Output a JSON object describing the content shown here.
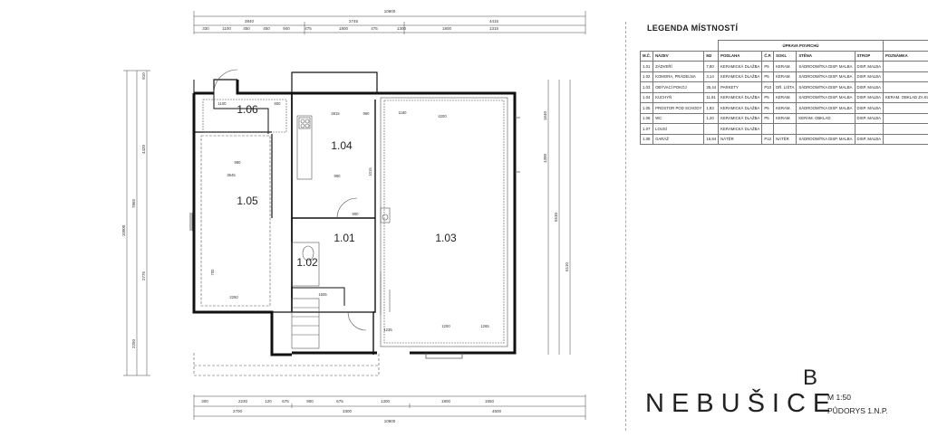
{
  "rooms": [
    {
      "id": "1.06",
      "label": "1.06"
    },
    {
      "id": "1.04",
      "label": "1.04"
    },
    {
      "id": "1.05",
      "label": "1.05"
    },
    {
      "id": "1.01",
      "label": "1.01"
    },
    {
      "id": "1.03",
      "label": "1.03"
    },
    {
      "id": "1.02",
      "label": "1.02"
    }
  ],
  "dims": {
    "top_total": "10800",
    "top_a": "3840",
    "top_b": "2745",
    "top_c": "4415",
    "top_s": [
      "330",
      "1100",
      "450",
      "450",
      "940",
      "475",
      "1800",
      "475",
      "1300",
      "1800",
      "1315"
    ],
    "bottom_total": "10800",
    "bottom_a": "2700",
    "bottom_b": "3300",
    "bottom_c": "4500",
    "bottom_s": [
      "300",
      "2230",
      "120",
      "675",
      "900",
      "675",
      "1300",
      "1800",
      "1550"
    ],
    "left_total": "10000",
    "left_a": "4420",
    "left_b": "7865",
    "left_c": "2775",
    "left_d": "2250",
    "left_e": "810",
    "right_a": "1640",
    "right_b": "1300",
    "right_c": "5530",
    "right_d": "6110",
    "int": [
      "1100",
      "600",
      "2815",
      "960",
      "3645",
      "4200",
      "980",
      "1180",
      "2250",
      "1605",
      "1200",
      "1265",
      "1235",
      "960",
      "1015",
      "900",
      "700"
    ]
  },
  "legend": {
    "title": "LEGENDA MÍSTNOSTÍ",
    "group_header": "ÚPRAVA POVRCHŮ",
    "headers": [
      "M.Č.",
      "NÁZEV",
      "M2",
      "PODLAHA",
      "Č.P.",
      "SOKL",
      "STĚNA",
      "STROP",
      "POZNÁMKA"
    ],
    "rows": [
      [
        "1.01",
        "ZÁDVEŘÍ",
        "7,80",
        "KERAMICKÁ DLAŽBA",
        "P5",
        "KERAM.",
        "SÁDROOMÍTKA DISP. MALBA",
        "DISP. MALBA",
        ""
      ],
      [
        "1.02",
        "KOMORA, PRÁDELNA",
        "3,14",
        "KERAMICKÁ DLAŽBA",
        "P5",
        "KERAM.",
        "SÁDROOMÍTKA DISP. MALBA",
        "DISP. MALBA",
        ""
      ],
      [
        "1.03",
        "OBÝVACÍ POKOJ",
        "35,44",
        "PARKETY",
        "P10",
        "DŘ. LIŠTA",
        "SÁDROOMÍTKA DISP. MALBA",
        "DISP. MALBA",
        ""
      ],
      [
        "1.04",
        "KUCHYŇ",
        "11,91",
        "KERAMICKÁ DLAŽBA",
        "P5",
        "KERAM.",
        "SÁDROOMÍTKA DISP. MALBA",
        "DISP. MALBA",
        "KERAM. OBKLAD ZA KUCHYŇ. L."
      ],
      [
        "1.05",
        "PROSTOR POD SCHODY",
        "1,83",
        "KERAMICKÁ DLAŽBA",
        "P5",
        "KERAM.",
        "SÁDROOMÍTKA DISP. MALBA",
        "DISP. MALBA",
        ""
      ],
      [
        "1.06",
        "WC",
        "1,20",
        "KERAMICKÁ DLAŽBA",
        "P5",
        "KERAM.",
        "KERAM. OBKLAD",
        "DISP. MALBA",
        ""
      ],
      [
        "1.07",
        "LOUSÍ",
        "",
        "KERAMICKÁ DLAŽBA",
        "",
        "",
        "",
        "",
        ""
      ],
      [
        "1.08",
        "GARÁŽ",
        "16,84",
        "NÁTĚR",
        "P12",
        "NÁTĚR",
        "SÁDROOMÍTKA DISP. MALBA",
        "DISP. MALBA",
        ""
      ]
    ]
  },
  "title_block": {
    "project": "NEBUŠICE",
    "letter": "B",
    "scale": "M 1:50",
    "floor": "PŮDORYS 1.N.P."
  }
}
